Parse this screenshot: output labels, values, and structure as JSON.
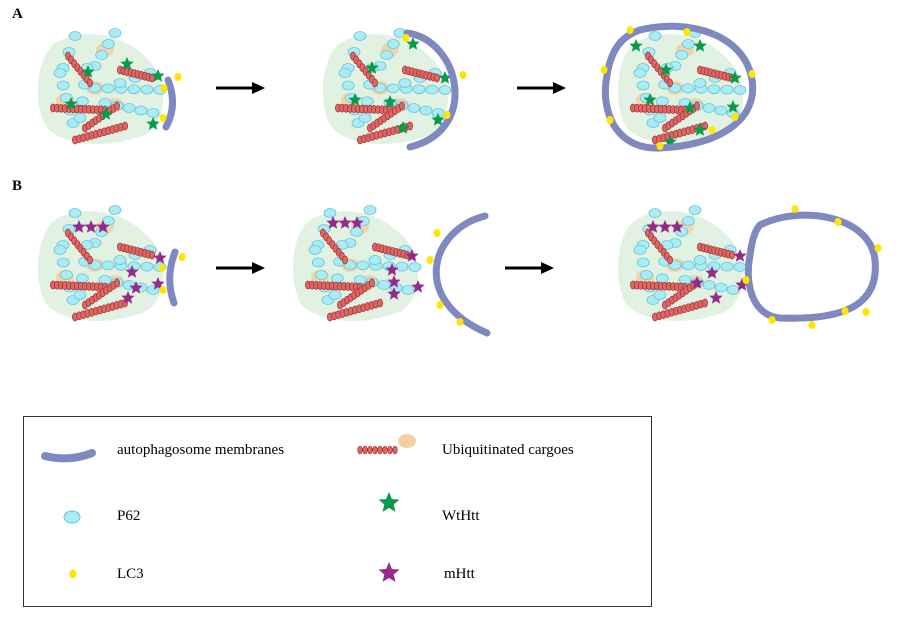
{
  "panels": [
    {
      "label": "A"
    },
    {
      "label": "B"
    }
  ],
  "legend": {
    "membrane": "autophagosome membranes",
    "cargo": "Ubiquitinated cargoes",
    "p62": "P62",
    "wthtt": "WtHtt",
    "lc3": "LC3",
    "mhtt": "mHtt"
  },
  "colors": {
    "membrane": "#8088c0",
    "p62": "#a8ecf4",
    "p62_stroke": "#6cc0d8",
    "ub": "#e06666",
    "ub_stroke": "#9c3030",
    "cargo": "#f5cfa0",
    "blob": "#e2f2e2",
    "lc3": "#ffe600",
    "wthtt": "#0a9a4a",
    "mhtt": "#952a8c"
  }
}
